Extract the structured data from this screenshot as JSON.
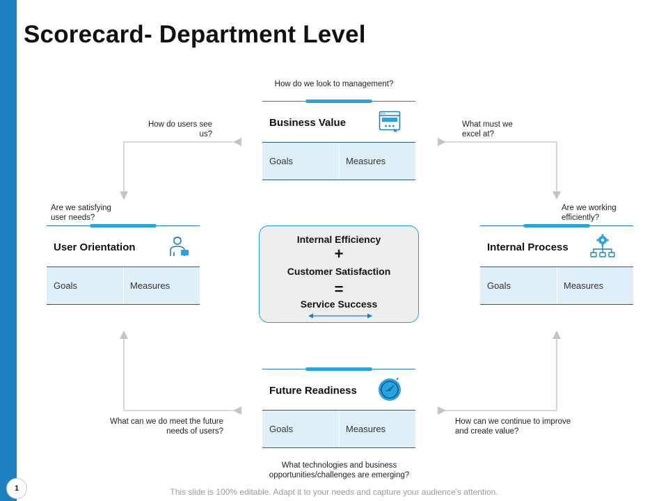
{
  "title": "Scorecard- Department Level",
  "page_number": "1",
  "footer": "This slide is 100% editable. Adapt it to your needs and capture your audience's attention.",
  "questions": {
    "top": "How do we look to management?",
    "top_left": "How do users see us?",
    "top_right": "What must we excel at?",
    "mid_left": "Are we satisfying user needs?",
    "mid_right": "Are we working efficiently?",
    "bottom_left": "What can we do meet the future needs of users?",
    "bottom_right": "How can we continue to improve and create value?",
    "bottom": "What technologies and business opportunities/challenges are emerging?"
  },
  "cards": {
    "business_value": {
      "name": "Business Value",
      "goals": "Goals",
      "measures": "Measures",
      "icon": "web-browser-icon"
    },
    "user_orientation": {
      "name": "User Orientation",
      "goals": "Goals",
      "measures": "Measures",
      "icon": "user-icon"
    },
    "internal_process": {
      "name": "Internal Process",
      "goals": "Goals",
      "measures": "Measures",
      "icon": "gear-hierarchy-icon"
    },
    "future_readiness": {
      "name": "Future Readiness",
      "goals": "Goals",
      "measures": "Measures",
      "icon": "stopwatch-icon"
    }
  },
  "center": {
    "line1": "Internal Efficiency",
    "op1": "+",
    "line2": "Customer Satisfaction",
    "op2": "=",
    "line3": "Service Success"
  },
  "colors": {
    "accent": "#1b7fc0",
    "light_accent": "#27a3df",
    "cell_fill": "#dff0fb",
    "connector": "#bdbdbd"
  }
}
